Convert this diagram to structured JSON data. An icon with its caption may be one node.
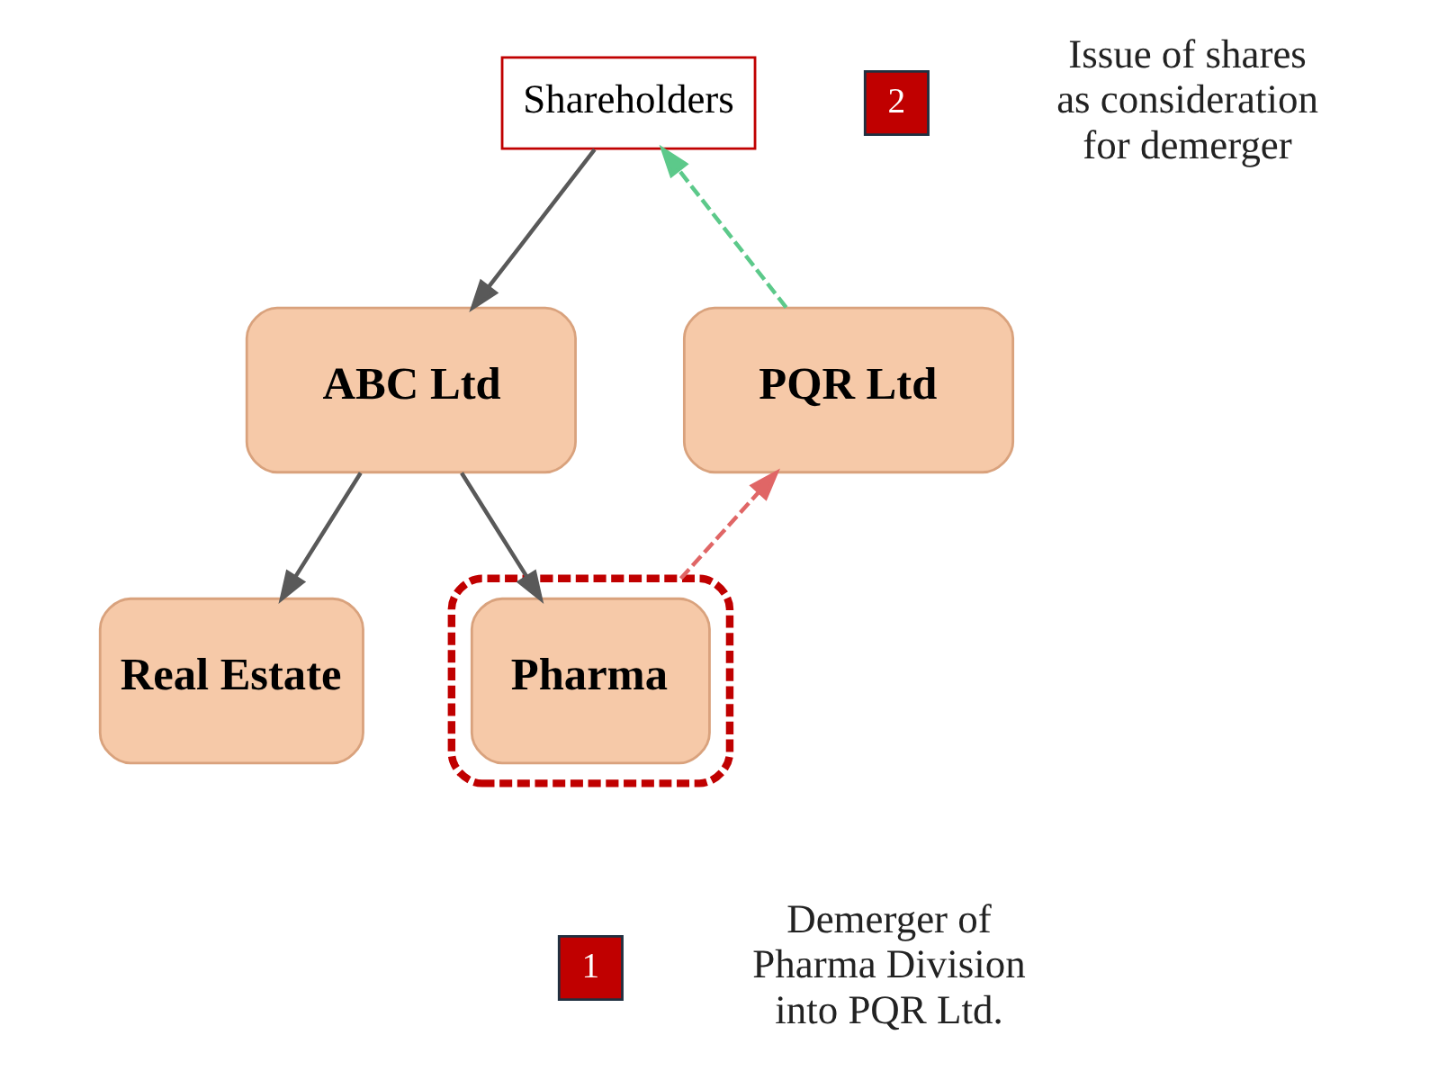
{
  "diagram": {
    "nodes": [
      {
        "text": [
          "Shareholders"
        ]
      },
      {
        "text": [
          "ABC Ltd"
        ]
      },
      {
        "text": [
          "PQR Ltd"
        ]
      },
      {
        "text": [
          "Real Estate"
        ]
      },
      {
        "text": [],
        "shape": "box"
      },
      {
        "text": [
          "Pharma"
        ],
        "in": 4
      },
      {
        "text": [
          "2"
        ],
        "beside": [
          "Issue of shares as consideration for demerger"
        ]
      },
      {
        "text": [
          "1"
        ],
        "beside": [
          "Demerger of Pharma Division into PQR Ltd."
        ]
      }
    ],
    "edges": [
      {
        "from": 0,
        "to": 1,
        "arrow": "to"
      },
      {
        "from": 1,
        "to": 3,
        "arrow": "to"
      },
      {
        "from": 1,
        "to": 5,
        "arrow": "to"
      },
      {
        "from": 4,
        "to": 2,
        "arrow": "to",
        "style": "dashed",
        "color": "#e06666"
      },
      {
        "from": 2,
        "to": 0,
        "arrow": "to",
        "style": "dashed",
        "color": "#5cc98a"
      }
    ]
  }
}
